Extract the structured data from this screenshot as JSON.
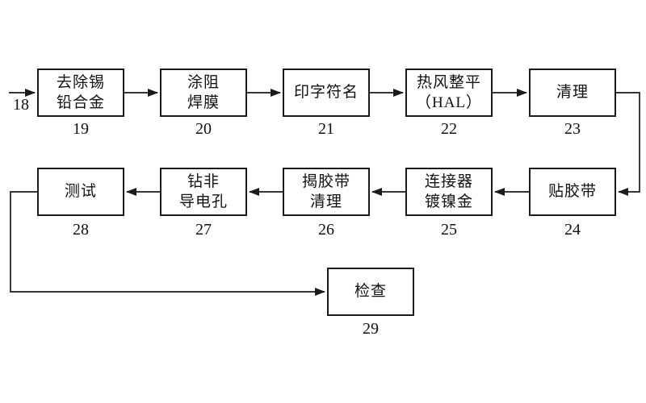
{
  "diagram": {
    "title": "pcb-process-flowchart",
    "entry_label": "18",
    "nodes": [
      {
        "num": "19",
        "label": "去除锡\n铅合金"
      },
      {
        "num": "20",
        "label": "涂阻\n焊膜"
      },
      {
        "num": "21",
        "label": "印字符名"
      },
      {
        "num": "22",
        "label": "热风整平\n（HAL）"
      },
      {
        "num": "23",
        "label": "清理"
      },
      {
        "num": "24",
        "label": "贴胶带"
      },
      {
        "num": "25",
        "label": "连接器\n镀镍金"
      },
      {
        "num": "26",
        "label": "揭胶带\n清理"
      },
      {
        "num": "27",
        "label": "钻非\n导电孔"
      },
      {
        "num": "28",
        "label": "测试"
      },
      {
        "num": "29",
        "label": "检查"
      }
    ],
    "colors": {
      "line": "#1a1a1a",
      "background": "#ffffff",
      "text": "#111111"
    }
  }
}
